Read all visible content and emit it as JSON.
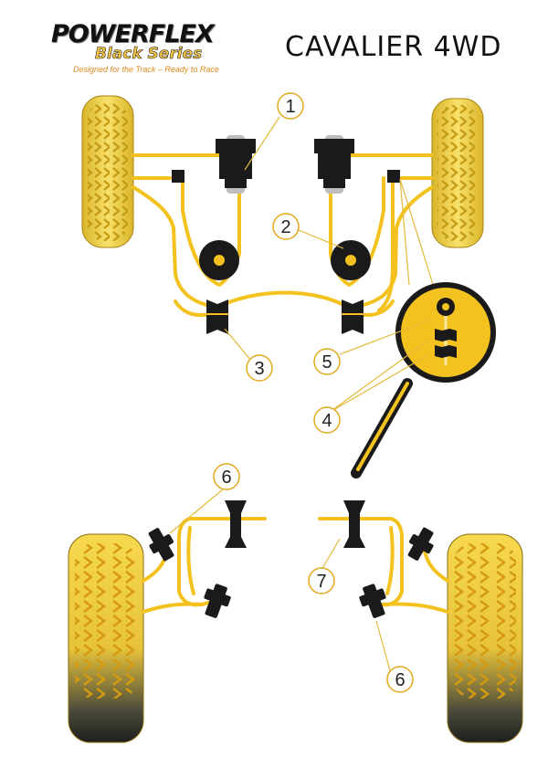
{
  "logo": {
    "brand": "POWERFLEX",
    "series": "Black Series",
    "tagline": "Designed for the Track – Ready to Race"
  },
  "title": "CAVALIER 4WD",
  "callouts": [
    "1",
    "2",
    "3",
    "5",
    "4",
    "6",
    "7",
    "6"
  ],
  "colors": {
    "arm_yellow": "#f4c21e",
    "tyre_yellow": "#f7d84f",
    "tyre_dark": "#2a2a2a",
    "bush_black": "#1a1a1a",
    "callout_stroke": "#e3a91a",
    "leader_line": "#e3b93a"
  }
}
